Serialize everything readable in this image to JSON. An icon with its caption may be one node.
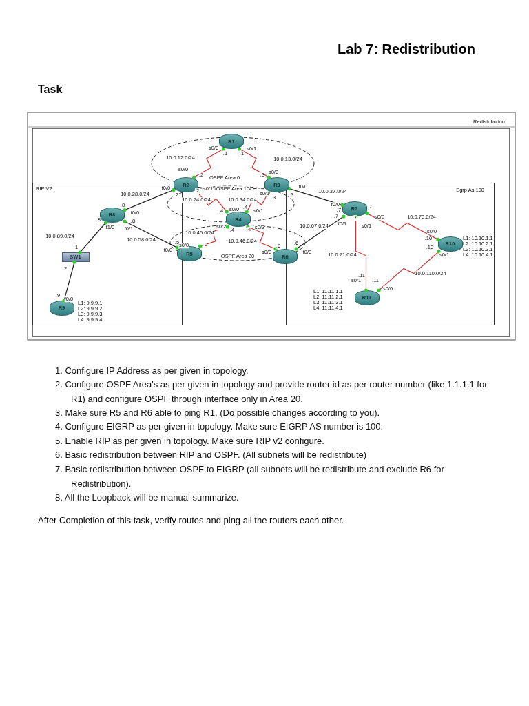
{
  "diagram": {
    "title": "Lab 7: Redistribution",
    "nodes": [
      {
        "text": [
          "RIP V2"
        ]
      },
      {
        "text": [
          "Egrp As 100"
        ]
      },
      {
        "text": [
          "R1"
        ]
      },
      {
        "text": [
          "R2"
        ]
      },
      {
        "text": [
          "R3"
        ]
      },
      {
        "text": [
          "R4"
        ]
      },
      {
        "text": [
          "R5"
        ]
      },
      {
        "text": [
          "R6"
        ]
      },
      {
        "text": [
          "R7"
        ],
        "in": 1
      },
      {
        "text": [
          "R8"
        ],
        "in": 0
      },
      {
        "text": [
          "SW1"
        ],
        "in": 0
      },
      {
        "text": [
          "R9"
        ],
        "in": 0,
        "beside": [
          "L1: 9.9.9.1",
          "L2: 9.9.9.2",
          "L3: 9.9.9.3",
          "L4: 9.9.9.4"
        ]
      },
      {
        "text": [
          "R10"
        ],
        "in": 1,
        "beside": [
          "L1: 10.10.1.1",
          "L2: 10.10.2.1",
          "L3: 10.10.3.1",
          "L4: 10.10.4.1"
        ]
      },
      {
        "text": [
          "R11"
        ],
        "in": 1,
        "beside": [
          "L1: 11.11.1.1",
          "L2: 11.11.2.1",
          "L3: 11.11.3.1",
          "L4: 11.11.4.1"
        ]
      }
    ],
    "edges": [
      {
        "from": 2,
        "to": 3,
        "arrow": "none",
        "label": "10.0.12.0/24"
      },
      {
        "from": 2,
        "to": 4,
        "arrow": "none",
        "label": "10.0.13.0/24"
      },
      {
        "from": 3,
        "to": 5,
        "arrow": "none",
        "label": "10.0.24.0/24"
      },
      {
        "from": 4,
        "to": 5,
        "arrow": "none",
        "label": "10.0.34.0/24"
      },
      {
        "from": 5,
        "to": 6,
        "arrow": "none",
        "label": "10.0.45.0/24"
      },
      {
        "from": 5,
        "to": 7,
        "arrow": "none",
        "label": "10.0.46.0/24"
      },
      {
        "from": 3,
        "to": 9,
        "arrow": "none",
        "label": "10.0.28.0/24",
        "color": "#222222"
      },
      {
        "from": 9,
        "to": 10,
        "arrow": "none",
        "label": "10.0.89.0/24",
        "color": "#222222"
      },
      {
        "from": 10,
        "to": 11,
        "arrow": "none",
        "color": "#222222"
      },
      {
        "from": 9,
        "to": 6,
        "arrow": "none",
        "label": "10.0.58.0/24",
        "color": "#222222"
      },
      {
        "from": 4,
        "to": 8,
        "arrow": "none",
        "label": "10.0.37.0/24",
        "color": "#222222"
      },
      {
        "from": 7,
        "to": 8,
        "arrow": "none",
        "label": "10.0.67.0/24",
        "color": "#222222"
      },
      {
        "from": 8,
        "to": 12,
        "arrow": "none",
        "label": "10.0.70.0/24"
      },
      {
        "from": 8,
        "to": 13,
        "arrow": "none",
        "label": "10.0.71.0/24"
      },
      {
        "from": 12,
        "to": 13,
        "arrow": "none",
        "label": "10.0.110.0/24"
      }
    ],
    "labels": [
      "Task",
      "Redistribution",
      "s0/0",
      ".1",
      ".1",
      "s0/1",
      "s0/0",
      ".2",
      "OSPF Area 0",
      "f0/0",
      ".2",
      ".2",
      "s0/1",
      "OSPF Area 10",
      ".3",
      "s0/0",
      "f0/0",
      ".3",
      "s0/1",
      ".3",
      ".4",
      "s0/0",
      ".4",
      "s0/1",
      "s0/2",
      ".4",
      ".4",
      "s0/3",
      ".5",
      "f0/0",
      "s0/0",
      ".5",
      "OSPF Area 20",
      ".6",
      "s0/0",
      ".6",
      "f0/0",
      ".8",
      "f0/0",
      ".8",
      "f1/0",
      ".8",
      "f0/1",
      "1",
      "2",
      ".9",
      "f0/0",
      "f0/0",
      ".7",
      ".7",
      ".7",
      ".7",
      "s0/0",
      "f0/1",
      "s0/1",
      "s0/0",
      ".10",
      ".10",
      "s0/1",
      ".11",
      "s0/1",
      ".11",
      "s0/0",
      "1. Configure IP Address as per given in topology.",
      "2. Configure OSPF Area's as per given in topology and provide router id as per router number (like 1.1.1.1 for R1) and configure OSPF through interface only in Area 20.",
      "3. Make sure R5 and R6 able to ping R1. (Do possible changes according to you).",
      "4. Configure EIGRP as per given in topology. Make sure EIGRP AS number is 100.",
      "5. Enable RIP as per given in topology. Make sure RIP v2 configure.",
      "6. Basic redistribution between RIP and OSPF. (All subnets will be redistribute)",
      "7. Basic redistribution between OSPF to EIGRP (all subnets will be redistribute and exclude R6 for Redistribution).",
      "8. All the Loopback will be manual summarize.",
      "After Completion of this task, verify routes and ping all the routers each other."
    ]
  }
}
